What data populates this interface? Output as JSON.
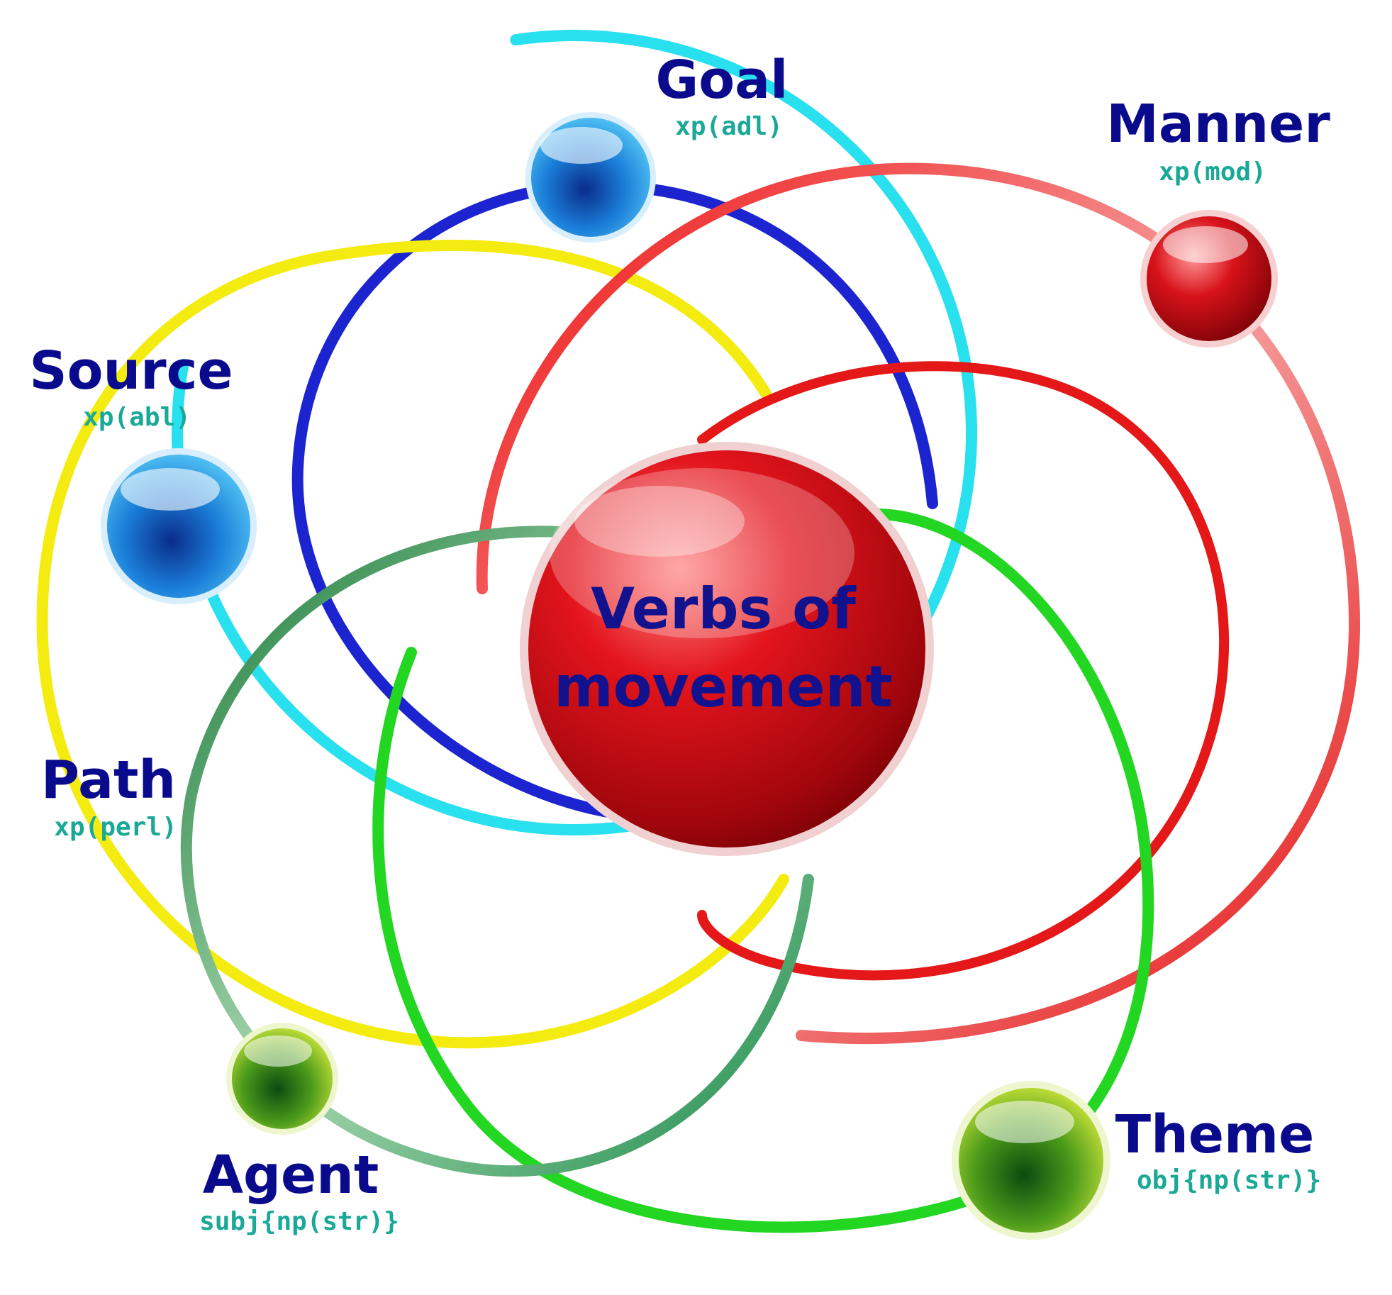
{
  "center": {
    "line1": "Verbs of",
    "line2": "movement"
  },
  "roles": {
    "goal": {
      "name": "Goal",
      "code": "xp(adl)"
    },
    "manner": {
      "name": "Manner",
      "code": "xp(mod)"
    },
    "source": {
      "name": "Source",
      "code": "xp(abl)"
    },
    "path": {
      "name": "Path",
      "code": "xp(perl)"
    },
    "agent": {
      "name": "Agent",
      "code": "subj{np(str)}"
    },
    "theme": {
      "name": "Theme",
      "code": "obj{np(str)}"
    }
  },
  "colors": {
    "label": "#0a0a8c",
    "code": "#1aa897",
    "cyan_orbit": "#22ddee",
    "blue_orbit": "#1a22cc",
    "yellow_orbit": "#f5ee10",
    "red_orbit": "#e81818",
    "green_orbit": "#22d622",
    "darkgreen_orbit": "#1a8a4a"
  }
}
